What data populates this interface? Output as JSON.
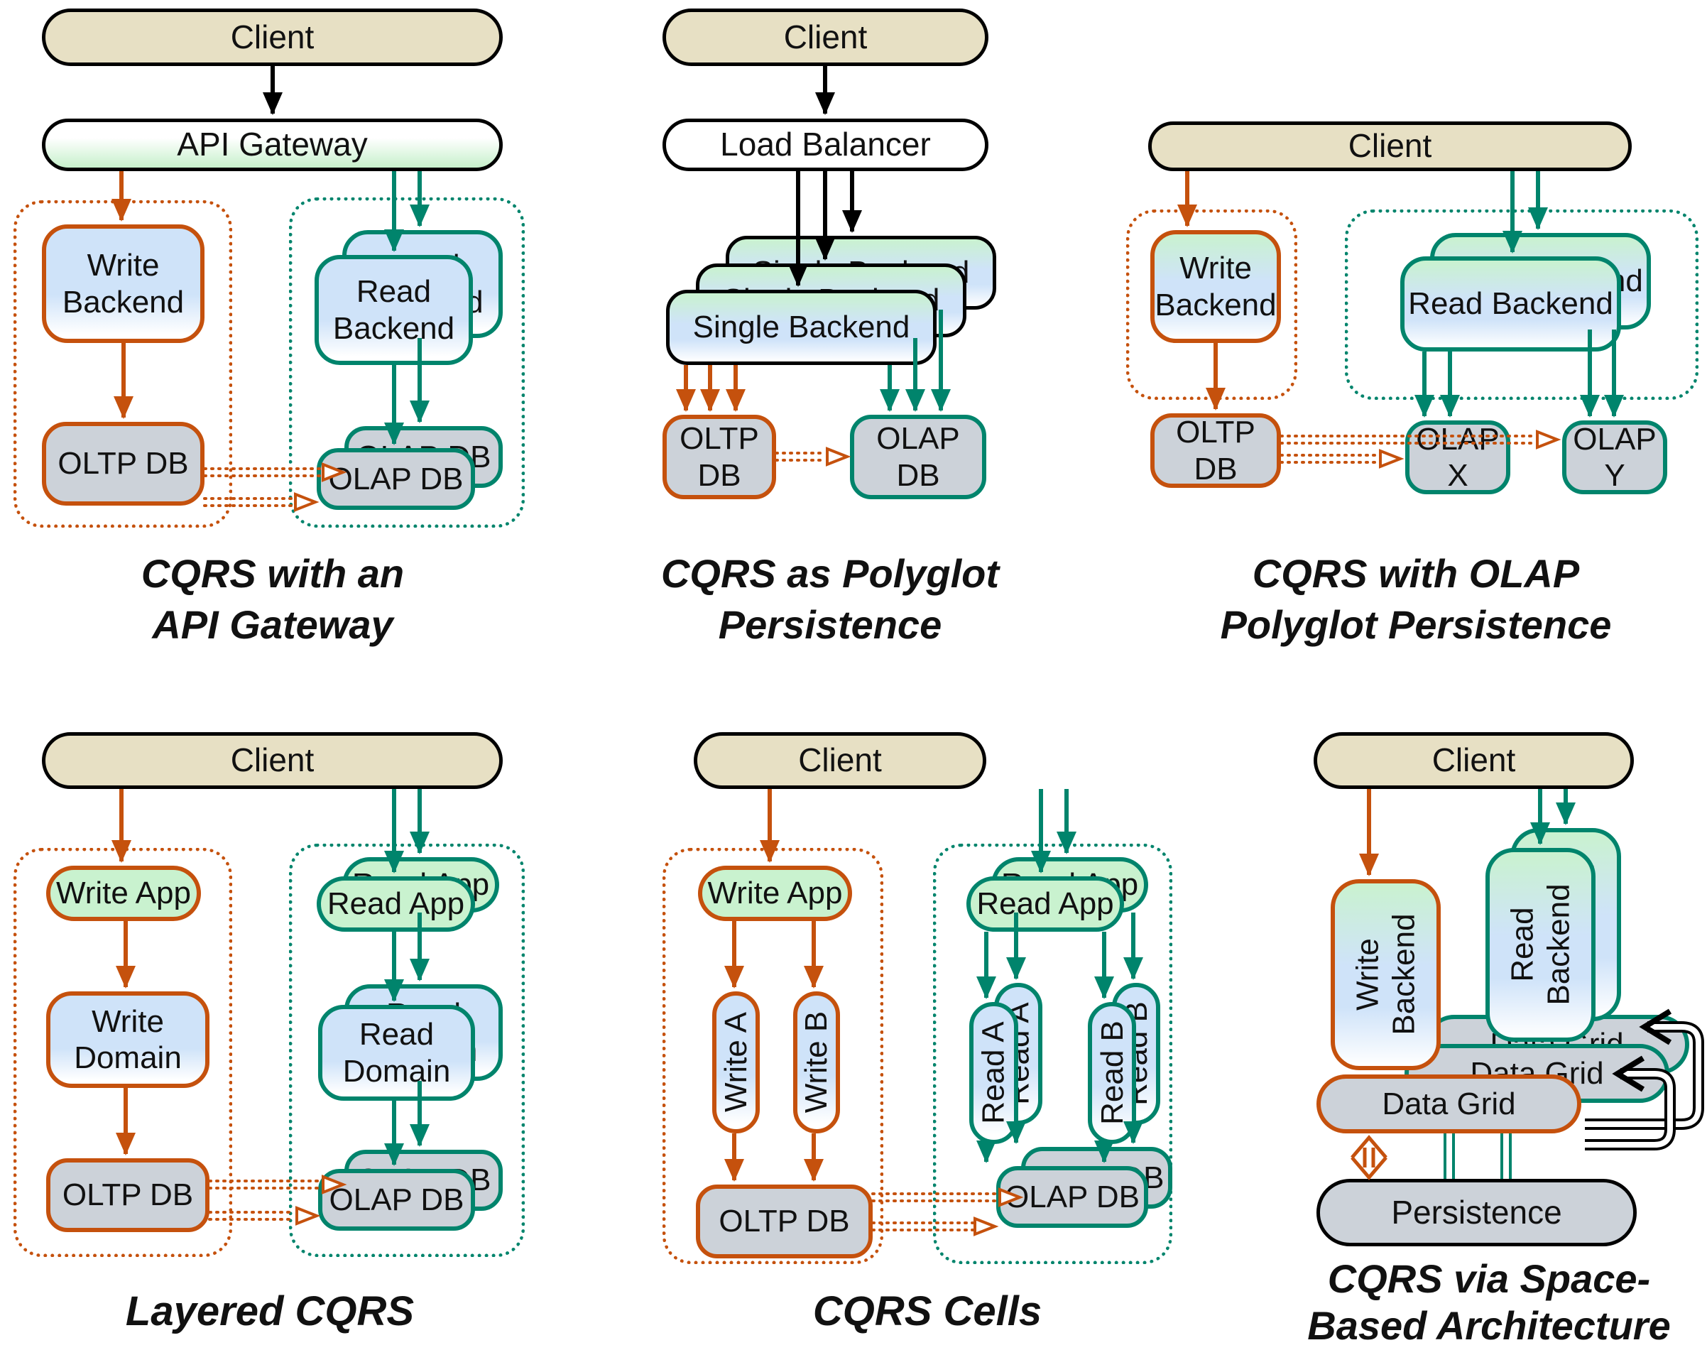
{
  "colors": {
    "command_accent": "#c5510d",
    "query_accent": "#00846c",
    "neutral_stroke": "#000000",
    "client_fill": "#e7e0c4",
    "db_fill": "#ccd2d9",
    "app_fill": "#c9f2cf",
    "domain_fill": "#cfe3f9"
  },
  "diagrams": [
    {
      "title_lines": [
        "CQRS with an",
        "API Gateway"
      ],
      "nodes": {
        "client": "Client",
        "api_gateway": "API Gateway",
        "write_backend": "Write Backend",
        "oltp_db": "OLTP DB",
        "read_backend": "Read Backend",
        "olap_db": "OLAP DB"
      }
    },
    {
      "title_lines": [
        "CQRS as Polyglot",
        "Persistence"
      ],
      "nodes": {
        "client": "Client",
        "load_balancer": "Load Balancer",
        "single_backend": "Single Backend",
        "oltp_db": "OLTP DB",
        "olap_db": "OLAP DB"
      }
    },
    {
      "title_lines": [
        "CQRS with OLAP",
        "Polyglot Persistence"
      ],
      "nodes": {
        "client": "Client",
        "write_backend": "Write Backend",
        "oltp_db": "OLTP DB",
        "read_backend": "Read Backend",
        "olap_x": "OLAP X",
        "olap_y": "OLAP Y"
      }
    },
    {
      "title_lines": [
        "Layered CQRS"
      ],
      "nodes": {
        "client": "Client",
        "write_app": "Write App",
        "write_domain": "Write Domain",
        "oltp_db": "OLTP DB",
        "read_app": "Read App",
        "read_domain": "Read Domain",
        "olap_db": "OLAP DB"
      }
    },
    {
      "title_lines": [
        "CQRS Cells"
      ],
      "nodes": {
        "client": "Client",
        "write_app": "Write App",
        "write_a": "Write A",
        "write_b": "Write B",
        "oltp_db": "OLTP DB",
        "read_app": "Read App",
        "read_a": "Read A",
        "read_b": "Read B",
        "olap_db": "OLAP DB"
      }
    },
    {
      "title_lines": [
        "CQRS via Space-",
        "Based Architecture"
      ],
      "nodes": {
        "client": "Client",
        "write_backend": "Write Backend",
        "read_backend": "Read Backend",
        "data_grid": "Data Grid",
        "persistence": "Persistence"
      }
    }
  ]
}
